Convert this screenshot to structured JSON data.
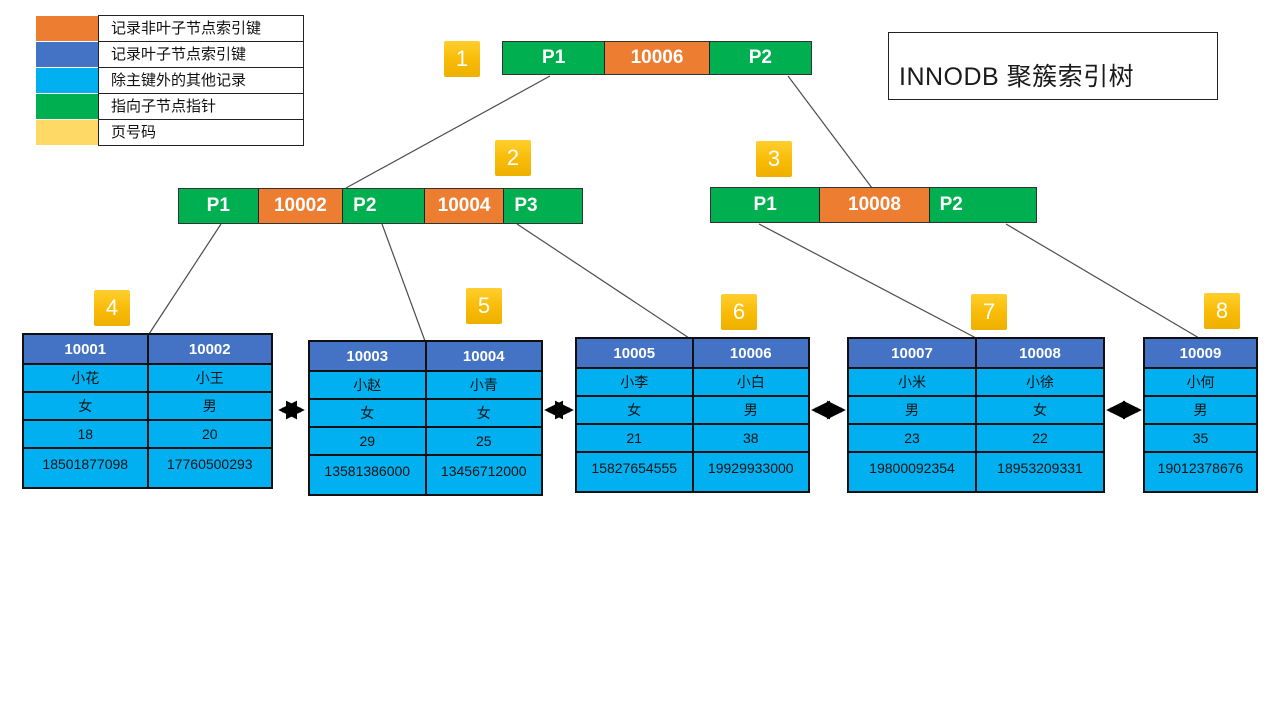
{
  "title": "INNODB 聚簇索引树",
  "colors": {
    "orange": "#ED7D31",
    "blue": "#4472C4",
    "cyan": "#00B0F0",
    "green": "#00B050",
    "legend_yellow": "#FFD966",
    "badge_gold": "#F8BB05",
    "connector_line": "#4d4d4d"
  },
  "legend": {
    "items": [
      {
        "color": "orange",
        "label": "记录非叶子节点索引键"
      },
      {
        "color": "blue",
        "label": "记录叶子节点索引键"
      },
      {
        "color": "cyan",
        "label": "除主键外的其他记录"
      },
      {
        "color": "green",
        "label": "指向子节点指针"
      },
      {
        "color": "yellow",
        "label": "页号码"
      }
    ]
  },
  "nodes": {
    "root": {
      "page": "1",
      "cells": [
        {
          "color": "green",
          "text": "P1"
        },
        {
          "color": "orange",
          "text": "10006"
        },
        {
          "color": "green",
          "text": "P2"
        }
      ]
    },
    "node2": {
      "page": "2",
      "cells": [
        {
          "color": "green",
          "text": "P1"
        },
        {
          "color": "orange",
          "text": "10002"
        },
        {
          "color": "green",
          "text": "P2"
        },
        {
          "color": "orange",
          "text": "10004"
        },
        {
          "color": "green",
          "text": "P3"
        }
      ]
    },
    "node3": {
      "page": "3",
      "cells": [
        {
          "color": "green",
          "text": "P1"
        },
        {
          "color": "orange",
          "text": "10008"
        },
        {
          "color": "green",
          "text": "P2"
        }
      ]
    }
  },
  "leaves": [
    {
      "page": "4",
      "headers": [
        "10001",
        "10002"
      ],
      "rows": [
        [
          "小花",
          "小王"
        ],
        [
          "女",
          "男"
        ],
        [
          "18",
          "20"
        ],
        [
          "18501877098",
          "17760500293"
        ]
      ]
    },
    {
      "page": "5",
      "headers": [
        "10003",
        "10004"
      ],
      "rows": [
        [
          "小赵",
          "小青"
        ],
        [
          "女",
          "女"
        ],
        [
          "29",
          "25"
        ],
        [
          "13581386000",
          "13456712000"
        ]
      ]
    },
    {
      "page": "6",
      "headers": [
        "10005",
        "10006"
      ],
      "rows": [
        [
          "小李",
          "小白"
        ],
        [
          "女",
          "男"
        ],
        [
          "21",
          "38"
        ],
        [
          "15827654555",
          "19929933000"
        ]
      ]
    },
    {
      "page": "7",
      "headers": [
        "10007",
        "10008"
      ],
      "rows": [
        [
          "小米",
          "小徐"
        ],
        [
          "男",
          "女"
        ],
        [
          "23",
          "22"
        ],
        [
          "19800092354",
          "18953209331"
        ]
      ]
    },
    {
      "page": "8",
      "headers": [
        "10009"
      ],
      "rows": [
        [
          "小何"
        ],
        [
          "男"
        ],
        [
          "35"
        ],
        [
          "19012378676"
        ]
      ]
    }
  ]
}
